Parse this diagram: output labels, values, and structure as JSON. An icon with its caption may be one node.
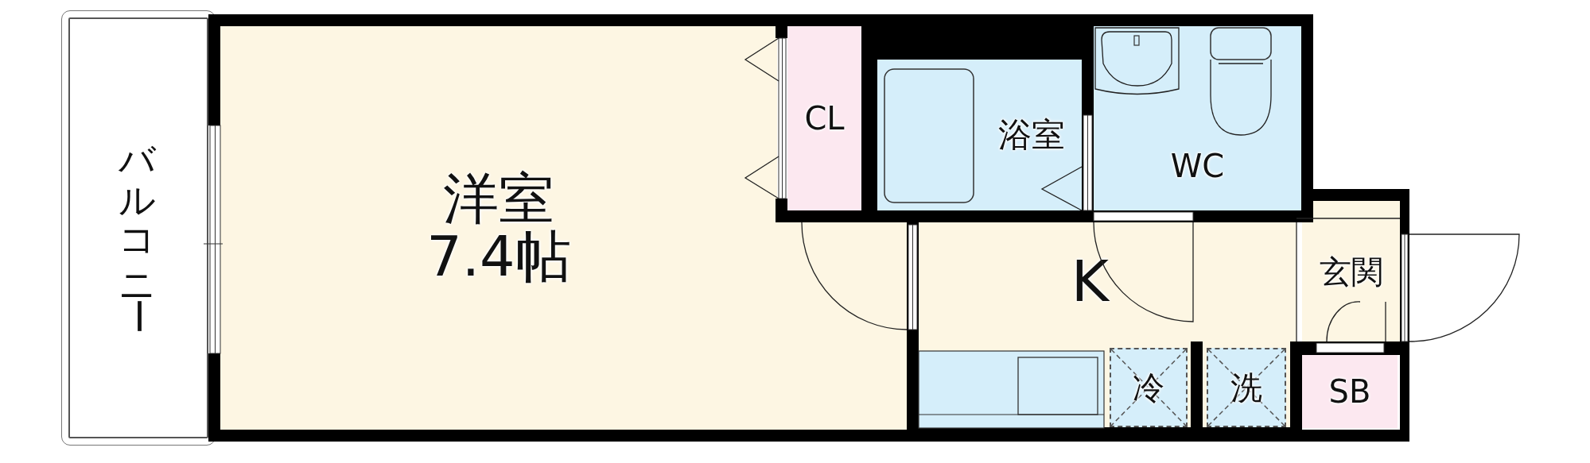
{
  "diagram": {
    "nodes": [
      {
        "text": [
          "バルコニー"
        ]
      },
      {
        "text": [
          "洋室",
          "7.4帖"
        ]
      },
      {
        "text": [
          "CL"
        ]
      },
      {
        "text": [
          "浴室"
        ]
      },
      {
        "text": [
          "WC"
        ]
      },
      {
        "text": [
          "K"
        ]
      },
      {
        "text": [
          "冷"
        ]
      },
      {
        "text": [
          "洗"
        ]
      },
      {
        "text": [
          "玄関"
        ]
      },
      {
        "text": [
          "SB"
        ]
      }
    ]
  }
}
